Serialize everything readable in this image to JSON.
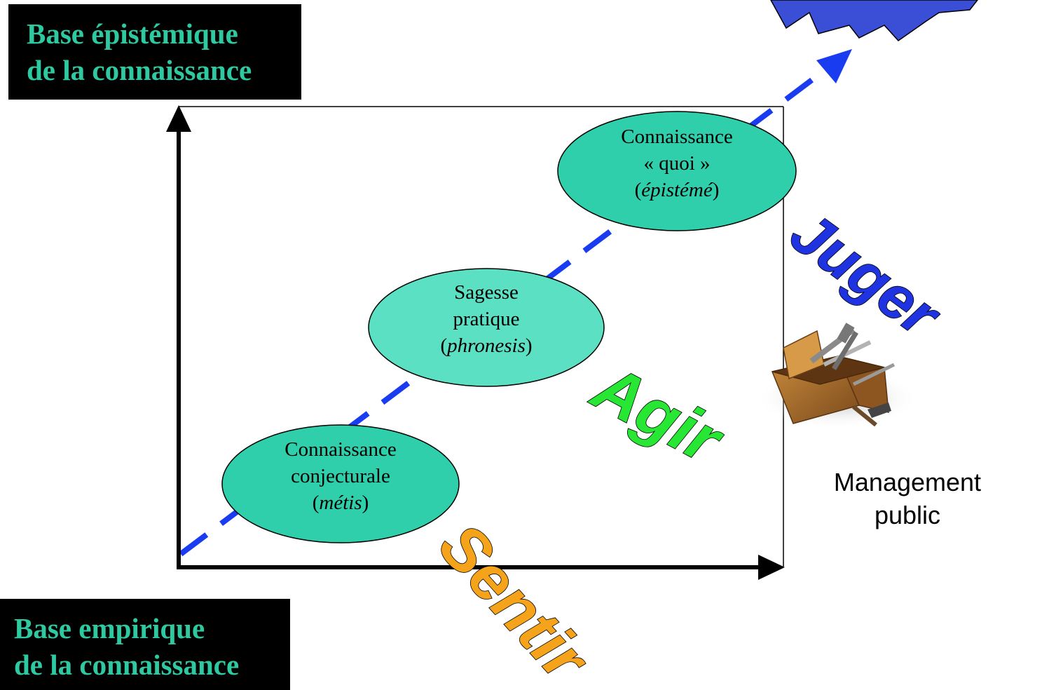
{
  "labels": {
    "epistemic_line1": "Base épistémique",
    "epistemic_line2": "de la connaissance",
    "empirical_line1": "Base empirique",
    "empirical_line2": "de la connaissance"
  },
  "ellipses": {
    "episteme": {
      "line1": "Connaissance",
      "line2": "« quoi »",
      "open": "(",
      "term": "épistémé",
      "close": ")",
      "fill": "#2fcfab"
    },
    "phronesis": {
      "line1": "Sagesse",
      "line2": "pratique",
      "open": "(",
      "term": "phronesis",
      "close": ")",
      "fill": "#5ce0c4"
    },
    "metis": {
      "line1": "Connaissance",
      "line2": "conjecturale",
      "open": "(",
      "term": "métis",
      "close": ")",
      "fill": "#2fcfab"
    }
  },
  "verbs": {
    "juger": {
      "text": "Juger",
      "color": "#1f34e0"
    },
    "agir": {
      "text": "Agir",
      "color": "#27e634"
    },
    "sentir": {
      "text": "Sentir",
      "color": "#f5a31a"
    }
  },
  "management": {
    "line1": "Management",
    "line2": "public",
    "icon": "toolbox-icon"
  },
  "colors": {
    "dashed_arrow": "#1a3cf0",
    "star": "#3b4fd6",
    "label_background": "#000000",
    "label_text": "#2ec9a0"
  }
}
